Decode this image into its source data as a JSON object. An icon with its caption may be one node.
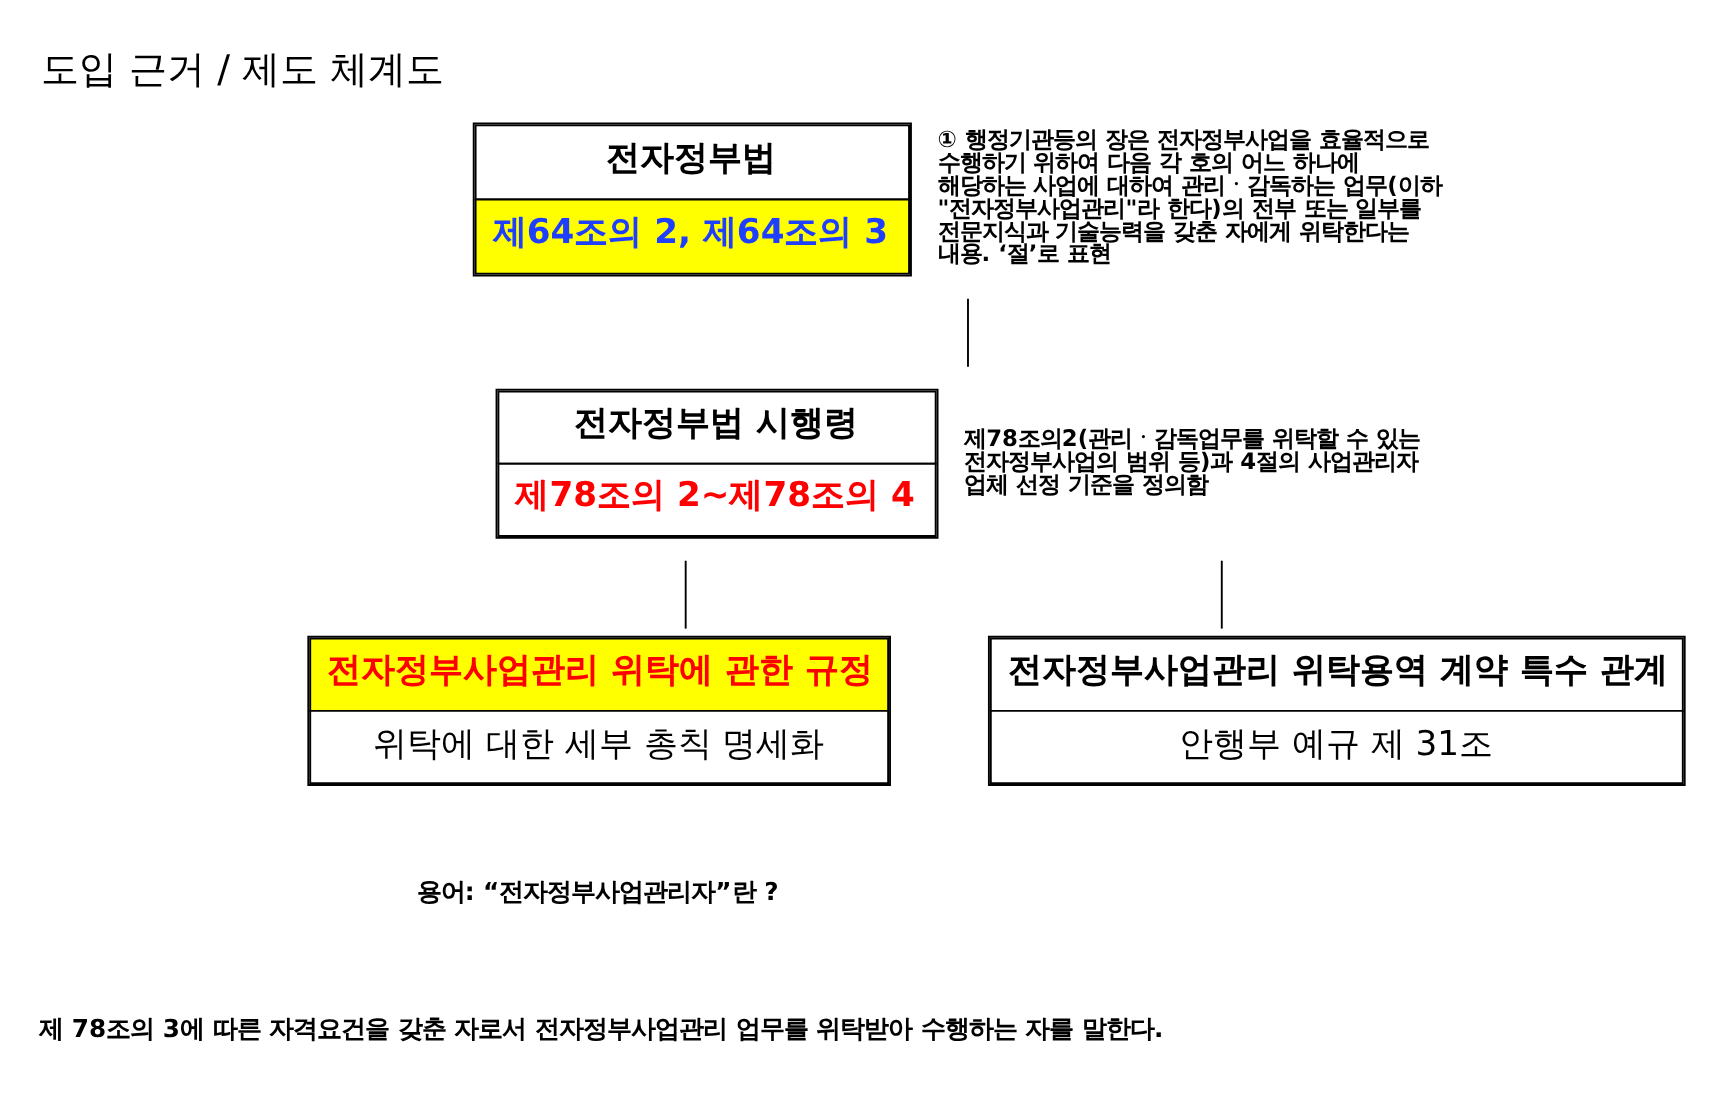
{
  "diagram": {
    "title": "도입 근거 / 제도 체계도",
    "nodes": [
      {
        "text": [
          "전자정부법",
          "제64조의 2, 제64조의 3"
        ],
        "beside": [
          "① 행정기관등의 장은 전자정부사업을 효율적으로 수행하기 위하여 다음 각 호의 어느 하나에 해당하는 사업에 대하여 관리ㆍ감독하는 업무(이하 \"전자정부사업관리\"라 한다)의 전부 또는 일부를 전문지식과 기술능력을 갖춘 자에게 위탁한다는 내용. ‘절’로 표현"
        ]
      },
      {
        "text": [
          "전자정부법 시행령",
          "제78조의 2~제78조의 4"
        ],
        "beside": [
          "제78조의2(관리ㆍ감독업무를 위탁할 수 있는 전자정부사업의 범위 등)과 4절의 사업관리자 업체 선정 기준을 정의함"
        ]
      },
      {
        "text": [
          "전자정부사업관리 위탁에 관한 규정",
          "위탁에 대한 세부 총칙 명세화"
        ]
      },
      {
        "text": [
          "전자정부사업관리 위탁용역 계약 특수 관계",
          "안행부 예규 제 31조"
        ]
      }
    ],
    "edges": [
      {
        "from": 0,
        "to": 1,
        "arrow": "none"
      },
      {
        "from": 1,
        "to": 2,
        "arrow": "none"
      },
      {
        "from": 1,
        "to": 3,
        "arrow": "none"
      }
    ],
    "labels": [
      "용어: “전자정부사업관리자”란 ?",
      "제 78조의 3에 따른 자격요건을 갖춘 자로서 전자정부사업관리 업무를 위탁받아 수행하는 자를 말한다."
    ]
  }
}
